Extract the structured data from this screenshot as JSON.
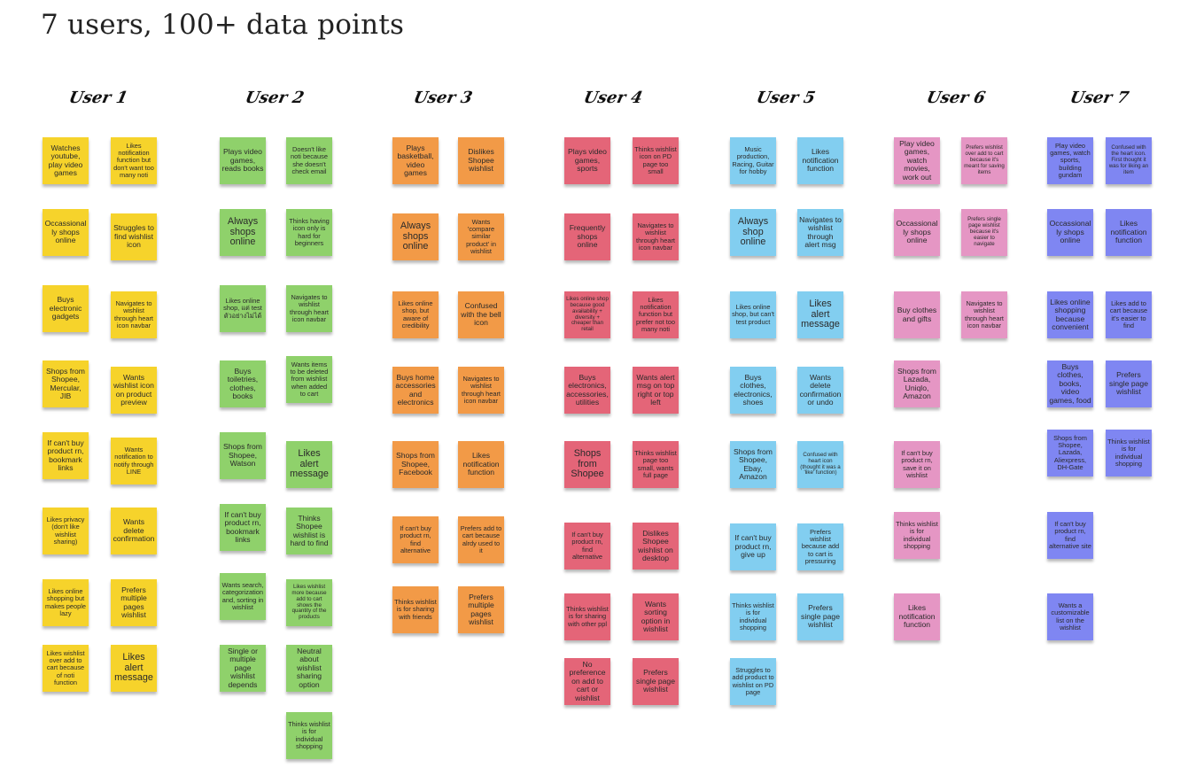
{
  "board": {
    "title": "7 users,  100+ data points"
  },
  "colors": {
    "yellow": "#f6d32b",
    "green": "#8fd16b",
    "orange": "#f29a47",
    "red": "#e46578",
    "blue": "#82cef0",
    "pink": "#e596c4",
    "purple": "#7f86f2"
  },
  "columns": [
    {
      "label": "User 1",
      "color": "yellow",
      "notes_left": [
        "Watches youtube, play video games",
        "Occassionally shops online",
        "Buys electronic gadgets",
        "Shops from Shopee, Mercular, JIB",
        "If can't buy product rn, bookmark links",
        "Likes privacy (don't like wishlist sharing)",
        "Likes online shopping but makes people lazy",
        "Likes wishlist over add to cart because of noti function"
      ],
      "notes_right": [
        "Likes notification function but don't want too many noti",
        "Struggles to find wishlist icon",
        "Navigates to wishlist through heart icon navbar",
        "Wants wishlist icon on product preview",
        "Wants notification to notify through LINE",
        "Wants delete confirmation",
        "Prefers multiple pages wishlist",
        "Likes alert message"
      ]
    },
    {
      "label": "User 2",
      "color": "green",
      "notes_left": [
        "Plays video games, reads books",
        "Always shops online",
        "Likes online shop, แต่ test ตัวอย่างไม่ได้",
        "Buys toiletries, clothes, books",
        "Shops from Shopee, Watson",
        "If can't buy product rn, bookmark links",
        "Wants search, categorization and, sorting in wishlist",
        "Single or multiple page wishlist depends"
      ],
      "notes_right": [
        "Doesn't like noti because she doesn't check email",
        "Thinks having icon only is hard for beginners",
        "Navigates to wishlist through heart icon navbar",
        "Wants items to be deleted from wishlist when added to cart",
        "Likes alert message",
        "Thinks Shopee wishlist is hard to find",
        "Likes wishlist more because add to cart shows the quantity of the products",
        "Neutral about wishlist sharing option",
        "Thinks wishlist is for individual shopping"
      ]
    },
    {
      "label": "User 3",
      "color": "orange",
      "notes_left": [
        "Plays basketball, video games",
        "Always shops online",
        "Likes online shop, but aware of credibility",
        "Buys home accessories and electronics",
        "Shops from Shopee, Facebook",
        "If can't buy product rn, find alternative",
        "Thinks wishlist is for sharing with friends"
      ],
      "notes_right": [
        "Dislikes Shopee wishlist",
        "Wants 'compare similar product' in wishlist",
        "Confused with the bell icon",
        "Navigates to wishlist through heart icon navbar",
        "Likes notification function",
        "Prefers add to cart because alrdy used to it",
        "Prefers multiple pages wishlist"
      ]
    },
    {
      "label": "User 4",
      "color": "red",
      "notes_left": [
        "Plays video games, sports",
        "Frequently shops online",
        "Likes online shop because good availability + diversity + cheaper than retail",
        "Buys electronics, accessories, utilities",
        "Shops from Shopee",
        "If can't buy product rn, find alternative",
        "Thinks wishlist is for sharing with other ppl",
        "No preference on add to cart or wishlist"
      ],
      "notes_right": [
        "Thinks wishlist icon on PD page too small",
        "Navigates to wishlist through heart icon navbar",
        "Likes notification function but prefer not too many noti",
        "Wants alert msg on top right or top left",
        "Thinks wishlist page too small, wants full page",
        "Dislikes Shopee wishlist on desktop",
        "Wants sorting option in wishlist",
        "Prefers single page wishlist"
      ]
    },
    {
      "label": "User 5",
      "color": "blue",
      "notes_left": [
        "Music production, Racing, Guitar for hobby",
        "Always shop online",
        "Likes online shop, but can't test product",
        "Buys clothes, electronics, shoes",
        "Shops from Shopee, Ebay, Amazon",
        "If can't buy product rn, give up",
        "Thinks wishlist is for individual shopping",
        "Struggles to add product to wishlist on PD page"
      ],
      "notes_right": [
        "Likes notification function",
        "Navigates to wishlist through alert msg",
        "Likes alert message",
        "Wants delete confirmation or undo",
        "Confused with heart icon (thought it was a 'like' function)",
        "Prefers wishlist because add to cart is pressuring",
        "Prefers single page wishlist"
      ]
    },
    {
      "label": "User 6",
      "color": "pink",
      "notes_left": [
        "Play video games, watch movies, work out",
        "Occassionally shops online",
        "Buy clothes and gifts",
        "Shops from Lazada, Uniqlo, Amazon",
        "If can't buy product rn, save it on wishlist",
        "Thinks wishlist is for individual shopping",
        "Likes notification function"
      ],
      "notes_right": [
        "Prefers wishlist over add to cart because it's meant for saving items",
        "Prefers single page wishlist because it's easier to navigate",
        "Navigates to wishlist through heart icon navbar"
      ]
    },
    {
      "label": "User 7",
      "color": "purple",
      "notes_left": [
        "Play video games, watch sports, building gundam",
        "Occassionally shops online",
        "Likes online shopping because convenient",
        "Buys clothes, books, video games, food",
        "Shops from Shopee, Lazada, Aliexpress, DH-Gate",
        "If can't buy product rn, find alternative site",
        "Wants a customizable list on the wishlist"
      ],
      "notes_right": [
        "Confused with the heart icon. First thought it was for liking an item",
        "Likes notification function",
        "Likes add to cart because it's easier to find",
        "Prefers single page wishlist",
        "Thinks wishlist is for individual shopping"
      ]
    }
  ]
}
